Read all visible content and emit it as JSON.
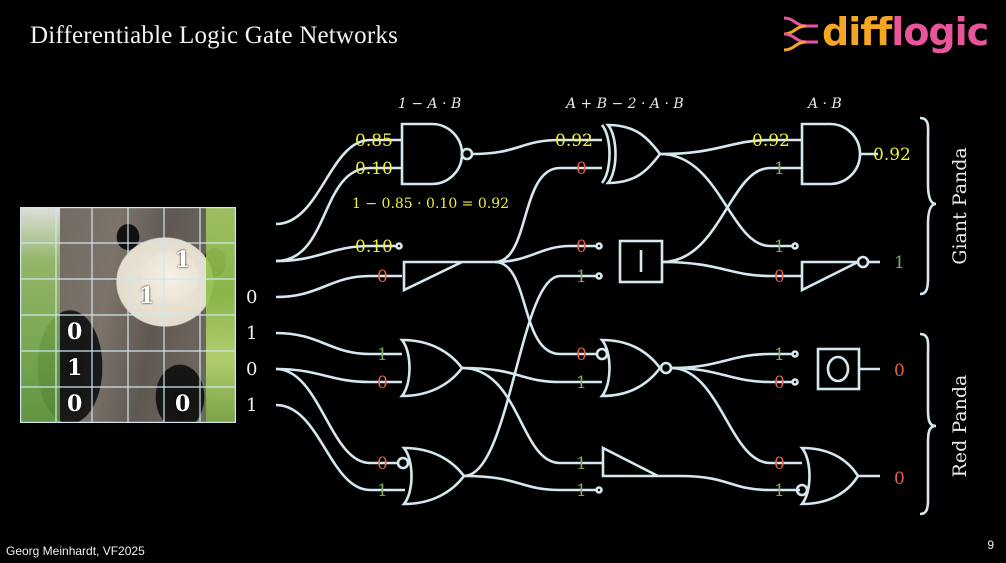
{
  "slide": {
    "title": "Differentiable Logic Gate Networks",
    "author_footer": "Georg Meinhardt, VF2025",
    "page_number": "9"
  },
  "logo": {
    "part1": "diff",
    "part2": "logic",
    "colors": {
      "part1": "#f5a623",
      "part2": "#e8559b"
    }
  },
  "image": {
    "subject": "giant panda in tree",
    "grid": {
      "rows": 6,
      "cols": 6
    },
    "cell_labels": [
      {
        "row": 1,
        "col": 4,
        "value": "1"
      },
      {
        "row": 2,
        "col": 3,
        "value": "1"
      },
      {
        "row": 3,
        "col": 1,
        "value": "0"
      },
      {
        "row": 4,
        "col": 1,
        "value": "1"
      },
      {
        "row": 5,
        "col": 1,
        "value": "0"
      },
      {
        "row": 5,
        "col": 4,
        "value": "0"
      }
    ]
  },
  "inputs": [
    "0",
    "1",
    "0",
    "1"
  ],
  "formulas": {
    "nand": "1 − A · B",
    "xor": "A + B − 2 · A · B",
    "and": "A · B",
    "example": "1 − 0.85 · 0.10 = 0.92"
  },
  "layer1": {
    "nand_inputs": [
      "0.85",
      "0.10"
    ],
    "passthrough_a": "0.10",
    "buffer_input": "0",
    "or_inputs": [
      "1",
      "0"
    ],
    "nor_inputs": [
      "0",
      "1"
    ]
  },
  "layer2": {
    "xor_inputs": [
      "0.92",
      "0"
    ],
    "ident_inputs": [
      "0",
      "1"
    ],
    "nor_inputs": [
      "0",
      "1"
    ],
    "buffer_inputs": [
      "1",
      "1"
    ]
  },
  "layer3": {
    "and_inputs": [
      "0.92",
      "1"
    ],
    "and_output": "0.92",
    "not_inputs": [
      "1",
      "0"
    ],
    "not_output": "1",
    "zero_inputs": [
      "1",
      "0"
    ],
    "zero_output": "0",
    "or_inputs": [
      "0",
      "1"
    ],
    "or_output": "0"
  },
  "classes": {
    "top": "Giant Panda",
    "bottom": "Red Panda"
  },
  "value_colors": {
    "fractional": "#f0f03c",
    "zero": "#e8604c",
    "one": "#7fae5e"
  }
}
